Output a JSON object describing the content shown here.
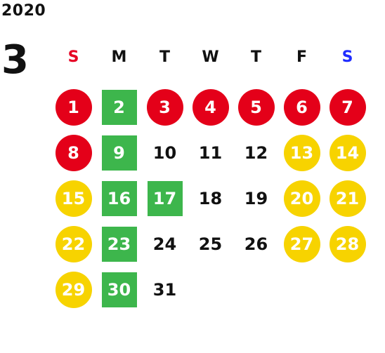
{
  "calendar": {
    "year": "2020",
    "month": "3",
    "weekdays": [
      "S",
      "M",
      "T",
      "W",
      "T",
      "F",
      "S"
    ],
    "colors": {
      "sunday_text": "#e60023",
      "saturday_text": "#1f2cff",
      "weekday_text": "#111111",
      "red": "#e40019",
      "green": "#3db64c",
      "yellow": "#f7d300",
      "light_text": "#ffffff",
      "dark_text": "#111111"
    },
    "days": [
      {
        "label": "1",
        "state": "red"
      },
      {
        "label": "2",
        "state": "green"
      },
      {
        "label": "3",
        "state": "red"
      },
      {
        "label": "4",
        "state": "red"
      },
      {
        "label": "5",
        "state": "red"
      },
      {
        "label": "6",
        "state": "red"
      },
      {
        "label": "7",
        "state": "red"
      },
      {
        "label": "8",
        "state": "red"
      },
      {
        "label": "9",
        "state": "green"
      },
      {
        "label": "10",
        "state": "plain"
      },
      {
        "label": "11",
        "state": "plain"
      },
      {
        "label": "12",
        "state": "plain"
      },
      {
        "label": "13",
        "state": "yellow"
      },
      {
        "label": "14",
        "state": "yellow"
      },
      {
        "label": "15",
        "state": "yellow"
      },
      {
        "label": "16",
        "state": "green"
      },
      {
        "label": "17",
        "state": "green"
      },
      {
        "label": "18",
        "state": "plain"
      },
      {
        "label": "19",
        "state": "plain"
      },
      {
        "label": "20",
        "state": "yellow"
      },
      {
        "label": "21",
        "state": "yellow"
      },
      {
        "label": "22",
        "state": "yellow"
      },
      {
        "label": "23",
        "state": "green"
      },
      {
        "label": "24",
        "state": "plain"
      },
      {
        "label": "25",
        "state": "plain"
      },
      {
        "label": "26",
        "state": "plain"
      },
      {
        "label": "27",
        "state": "yellow"
      },
      {
        "label": "28",
        "state": "yellow"
      },
      {
        "label": "29",
        "state": "yellow"
      },
      {
        "label": "30",
        "state": "green"
      },
      {
        "label": "31",
        "state": "plain"
      },
      {
        "label": "",
        "state": "empty"
      },
      {
        "label": "",
        "state": "empty"
      },
      {
        "label": "",
        "state": "empty"
      },
      {
        "label": "",
        "state": "empty"
      }
    ]
  }
}
